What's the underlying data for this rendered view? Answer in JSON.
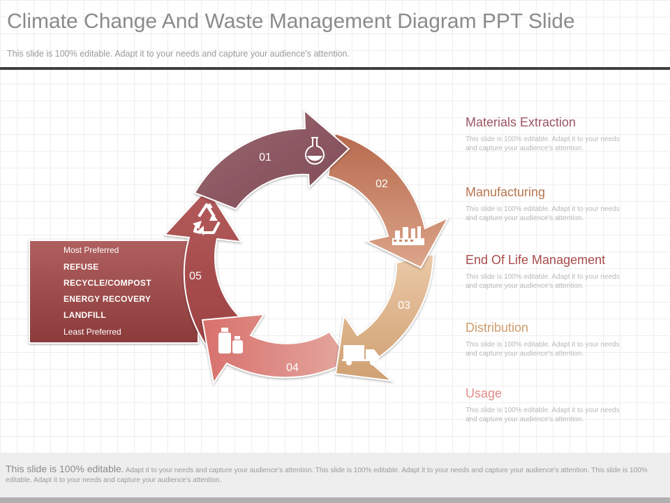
{
  "title": "Climate Change And Waste Management Diagram PPT Slide",
  "subtitle": "This slide is 100% editable. Adapt it to your needs and capture your audience's attention.",
  "cycle": {
    "steps": [
      {
        "number": "01",
        "icon": "flask-icon",
        "color": "#8e5a62"
      },
      {
        "number": "02",
        "icon": "factory-icon",
        "color": "#c07a5c"
      },
      {
        "number": "03",
        "icon": "truck-icon",
        "color": "#d9b48c"
      },
      {
        "number": "04",
        "icon": "bottles-icon",
        "color": "#e28c88"
      },
      {
        "number": "05",
        "icon": "recycle-icon",
        "color": "#a84a4a"
      }
    ]
  },
  "hierarchy": {
    "top_label": "Most Preferred",
    "items": [
      "REFUSE",
      "RECYCLE/COMPOST",
      "ENERGY  RECOVERY",
      "LANDFILL"
    ],
    "bottom_label": "Least Preferred"
  },
  "stages": [
    {
      "heading": "Materials Extraction",
      "color": "#9a5560",
      "description": "This slide is 100% editable. Adapt it to your needs and capture your audience's attention."
    },
    {
      "heading": "Manufacturing",
      "color": "#b9764f",
      "description": "This slide is 100% editable. Adapt it to your needs and capture your audience's attention."
    },
    {
      "heading": "End Of Life Management",
      "color": "#a84a4a",
      "description": "This slide is 100% editable. Adapt it to your needs and capture your audience's attention."
    },
    {
      "heading": "Distribution",
      "color": "#cf9b6b",
      "description": "This slide is 100% editable. Adapt it to your needs and capture your audience's attention."
    },
    {
      "heading": "Usage",
      "color": "#e08d8a",
      "description": "This slide is 100% editable. Adapt it to your needs and capture your audience's attention."
    }
  ],
  "footer": {
    "lead": "This slide is 100% editable.",
    "text": " Adapt it to your needs and capture your audience's attention. This slide is 100% editable. Adapt it to your needs and capture your audience's attention. This slide is 100% editable. Adapt it to your needs and capture your audience's attention."
  }
}
